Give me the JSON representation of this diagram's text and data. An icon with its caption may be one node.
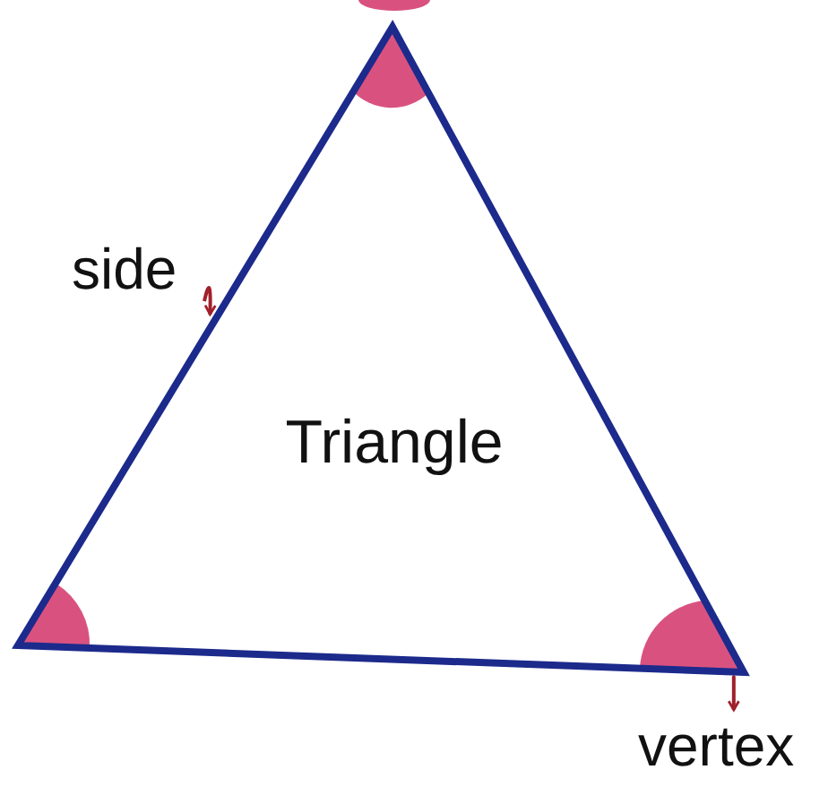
{
  "diagram": {
    "nodes": [
      {
        "text": [
          "Triangle"
        ]
      },
      {
        "text": [
          "side"
        ]
      },
      {
        "text": [
          "vertex"
        ]
      }
    ],
    "edges": [
      {
        "from": 1,
        "to": 0,
        "arrow": "to",
        "color": "#a0202c"
      },
      {
        "from": 0,
        "to": 2,
        "arrow": "to",
        "color": "#a0202c"
      }
    ]
  }
}
